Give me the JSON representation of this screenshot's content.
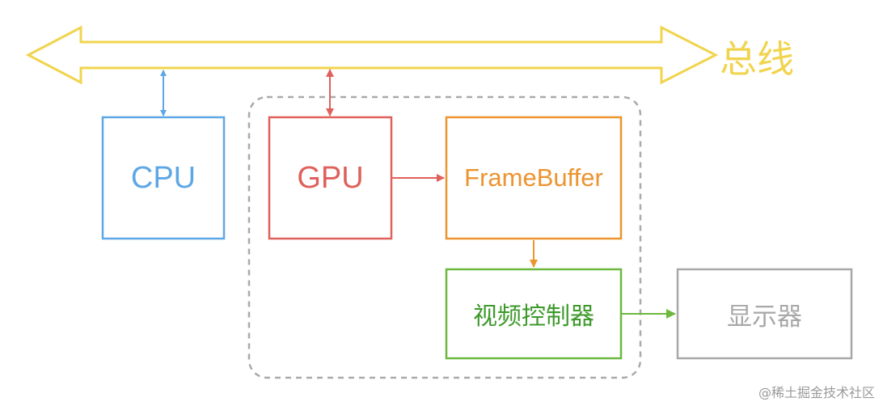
{
  "bus": {
    "label": "总线"
  },
  "nodes": {
    "cpu": {
      "label": "CPU"
    },
    "gpu": {
      "label": "GPU"
    },
    "framebuffer": {
      "label": "FrameBuffer"
    },
    "video_controller": {
      "label": "视频控制器"
    },
    "display": {
      "label": "显示器"
    }
  },
  "watermark": "@稀土掘金技术社区",
  "colors": {
    "bus": "#f1d44e",
    "cpu": "#5ea7e6",
    "gpu": "#e0605b",
    "framebuffer": "#ec942f",
    "video_controller": "#6db83f",
    "display": "#a8a8a8",
    "group_border": "#aaaaaa"
  }
}
